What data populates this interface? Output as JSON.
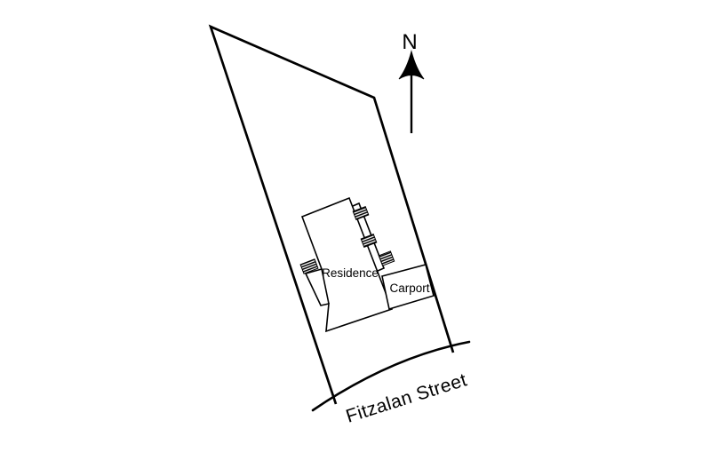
{
  "plan": {
    "north_label": "N",
    "street_label": "Fitzalan Street",
    "buildings": {
      "residence_label": "Residence",
      "carport_label": "Carport"
    },
    "features": [
      "property-boundary",
      "residence",
      "residence-left-porch",
      "residence-right-verandah",
      "stair-marks",
      "carport",
      "street-curve",
      "north-arrow"
    ],
    "colors": {
      "line": "#000000",
      "background": "#ffffff"
    }
  }
}
